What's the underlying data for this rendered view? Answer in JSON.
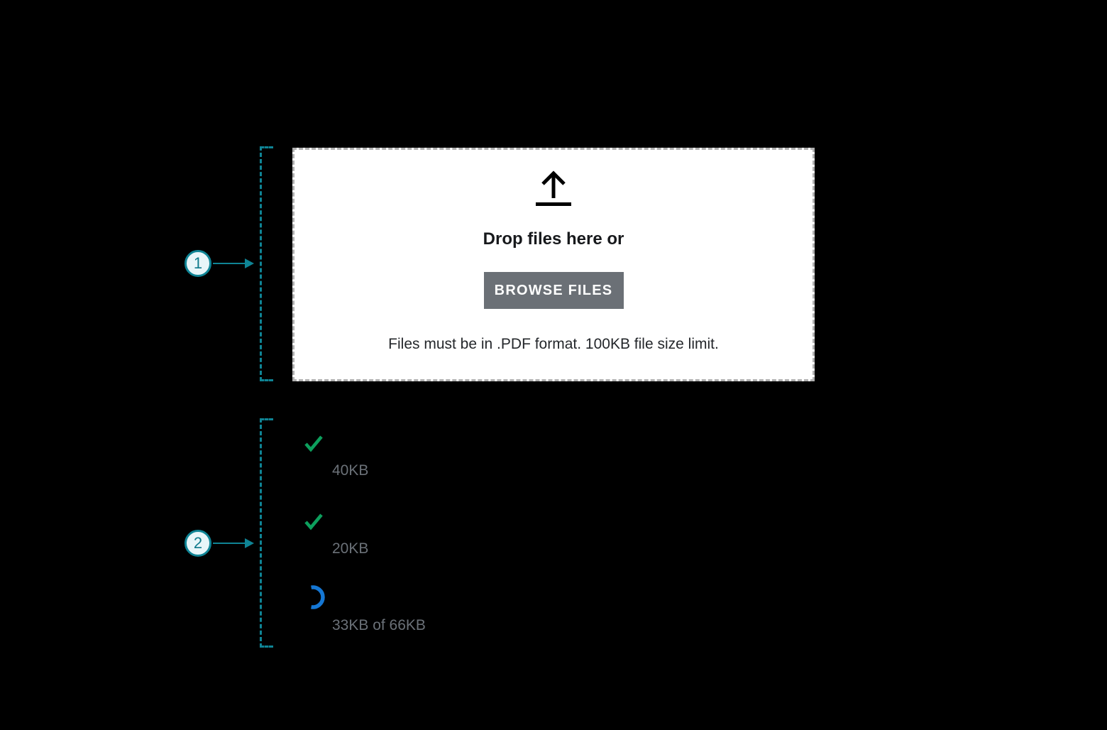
{
  "canvas": {
    "background": "#000000"
  },
  "dropzone": {
    "icon": "upload-arrow-icon",
    "title": "Drop files here or",
    "button_label": "BROWSE FILES",
    "note": "Files must be in .PDF format. 100KB file size limit.",
    "border_color": "#b0b0b0",
    "button_color": "#6b7076"
  },
  "annotations": {
    "accent_color": "#0f8495",
    "items": [
      {
        "number": "1",
        "target": "dropzone"
      },
      {
        "number": "2",
        "target": "upload-list"
      }
    ]
  },
  "upload_list": {
    "check_color": "#0d9f5d",
    "spinner_color": "#1577d4",
    "label_color": "#6b7178",
    "items": [
      {
        "status": "complete",
        "icon": "check-icon",
        "size_label": "40KB"
      },
      {
        "status": "complete",
        "icon": "check-icon",
        "size_label": "20KB"
      },
      {
        "status": "uploading",
        "icon": "spinner-icon",
        "size_label": "33KB of 66KB"
      }
    ]
  }
}
